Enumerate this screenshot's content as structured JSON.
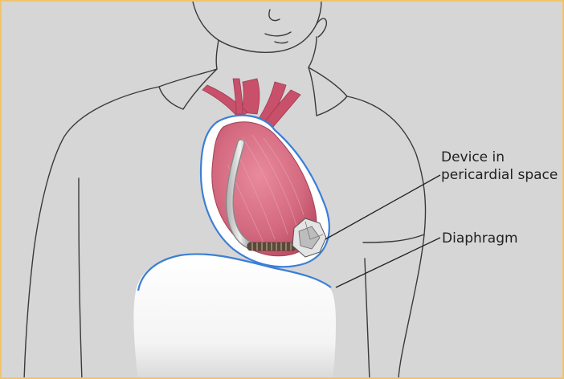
{
  "labels": {
    "device_line1": "Device in",
    "device_line2": "pericardial space",
    "diaphragm": "Diaphragm"
  },
  "colors": {
    "frame_border": "#f3c36b",
    "background": "#d6d6d6",
    "outline": "#3a3a3a",
    "pericardium": "#3b7fd6",
    "heart": "#c9566e",
    "vessels": "#c8506a",
    "lead": "#9c9c9c"
  }
}
